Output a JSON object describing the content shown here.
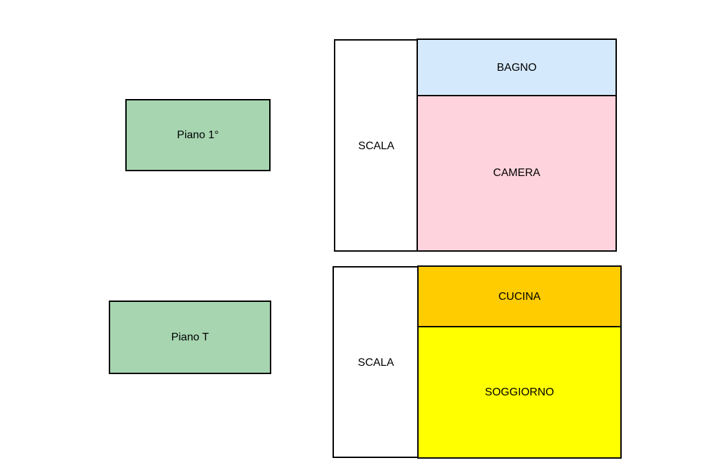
{
  "colors": {
    "floor_label": "#a6d5b0",
    "scala": "#ffffff",
    "bagno": "#d5e9fd",
    "camera": "#ffd3dd",
    "cucina": "#ffcc00",
    "soggiorno": "#ffff00",
    "border": "#000000"
  },
  "floors": {
    "first": {
      "label": "Piano 1°",
      "rooms": {
        "scala": "SCALA",
        "bagno": "BAGNO",
        "camera": "CAMERA"
      }
    },
    "ground": {
      "label": "Piano T",
      "rooms": {
        "scala": "SCALA",
        "cucina": "CUCINA",
        "soggiorno": "SOGGIORNO"
      }
    }
  }
}
